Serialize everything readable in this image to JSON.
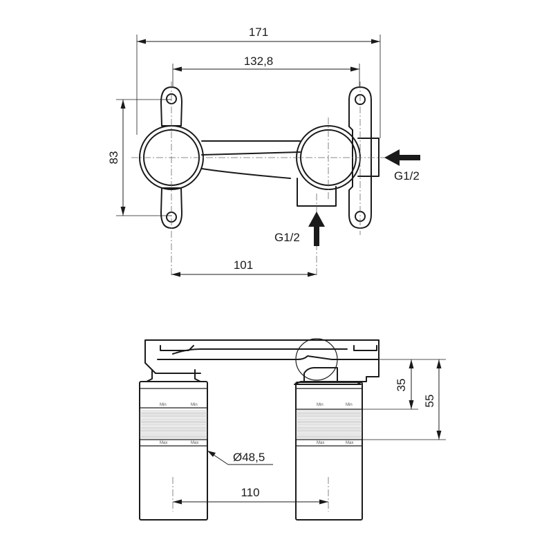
{
  "top_view": {
    "dim_overall_width": "171",
    "dim_mount_spacing": "132,8",
    "dim_height": "83",
    "dim_inlet_offset": "101",
    "inlet_side_label": "G1/2",
    "inlet_bottom_label": "G1/2"
  },
  "side_view": {
    "dim_min_depth": "35",
    "dim_max_depth": "55",
    "dim_diameter": "Ø48,5",
    "dim_body_spacing": "110",
    "marker_min": "Min",
    "marker_max": "Max"
  }
}
